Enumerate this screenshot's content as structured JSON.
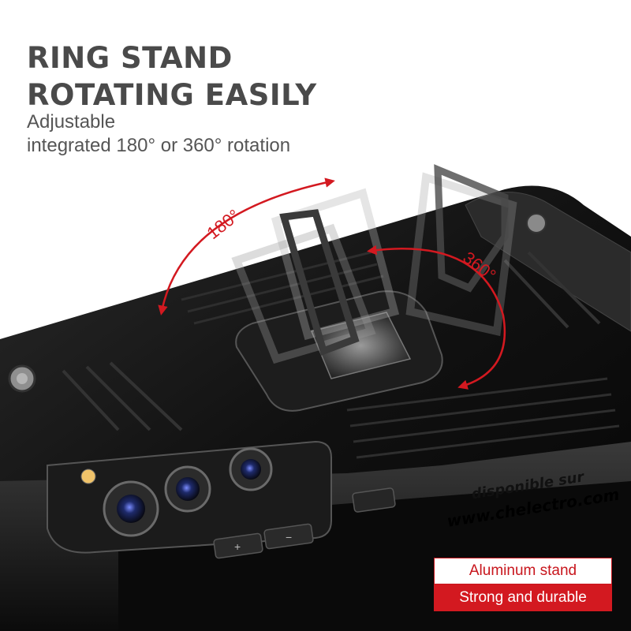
{
  "headline": {
    "line1": "RING STAND",
    "line2": "ROTATING EASILY"
  },
  "subtitle": {
    "line1": "Adjustable",
    "line2": "integrated 180° or 360° rotation"
  },
  "annotations": {
    "angle_180": "180°",
    "angle_360": "360°"
  },
  "phone_buttons": {
    "plus": "+",
    "minus": "−"
  },
  "watermark": {
    "line1": "disponible sur",
    "line2": "www.chelectro.com"
  },
  "badge": {
    "top": "Aluminum stand",
    "bottom": "Strong and durable"
  },
  "colors": {
    "accent_red": "#d31920",
    "headline_gray": "#4a4a4a",
    "case_black": "#151515"
  },
  "icons": [
    "ring-stand-icon",
    "camera-lens-icon",
    "rotation-arrow-icon"
  ]
}
